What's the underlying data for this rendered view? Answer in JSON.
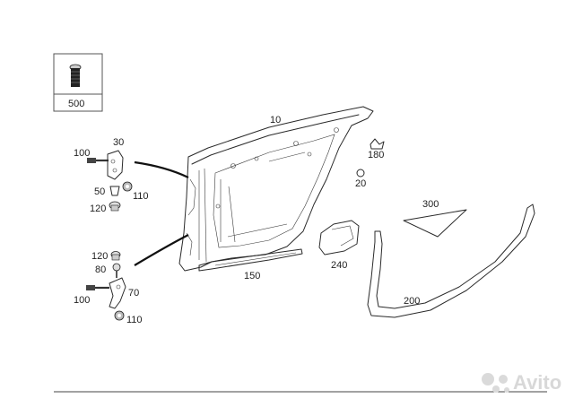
{
  "legend_box": {
    "label": "500"
  },
  "parts": {
    "door_shell": "10",
    "hinge_upper": "30",
    "bolt_upper": "100",
    "bushing_upper": "50",
    "nut_upper": "110",
    "plug_upper": "120",
    "plug_lower": "120",
    "pin_lower": "80",
    "bolt_lower": "100",
    "hinge_lower": "70",
    "nut_lower": "110",
    "clip_180": "180",
    "grommet_20": "20",
    "trim_150": "150",
    "insulation_240": "240",
    "trim_300": "300",
    "seal_200": "200"
  },
  "watermark": {
    "brand": "Avito",
    "icon": "avito-logo-icon"
  }
}
